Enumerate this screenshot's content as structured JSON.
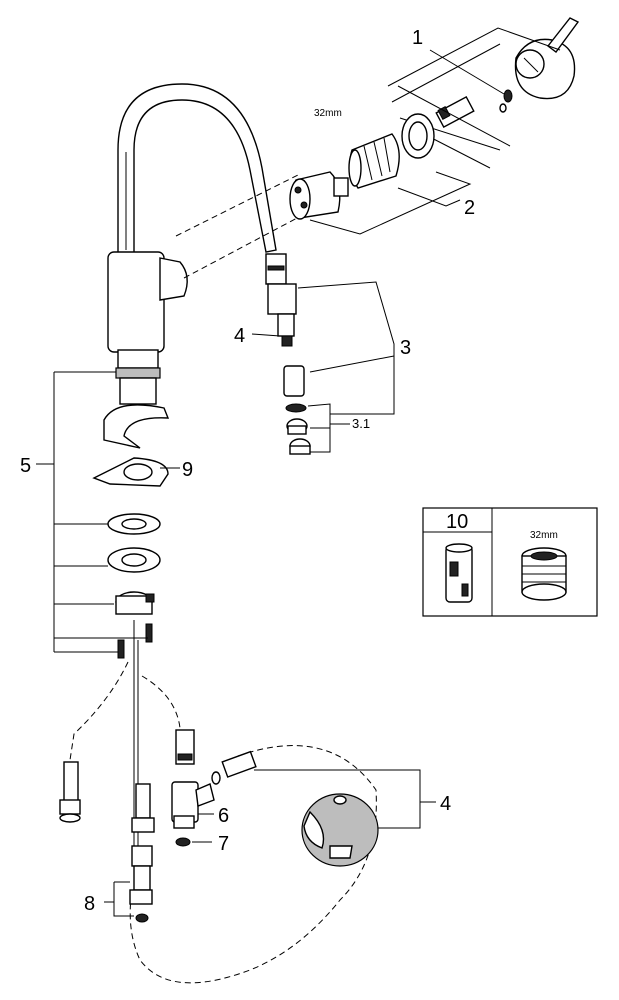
{
  "callouts": {
    "c1": "1",
    "c2": "2",
    "c3": "3",
    "c3_1": "3.1",
    "c4_hose": "4",
    "c4_weight": "4",
    "c5": "5",
    "c6": "6",
    "c7": "7",
    "c8": "8",
    "c9": "9",
    "c10": "10"
  },
  "dimensions": {
    "cartridge_tool": "32mm",
    "inset_tool": "32mm"
  }
}
